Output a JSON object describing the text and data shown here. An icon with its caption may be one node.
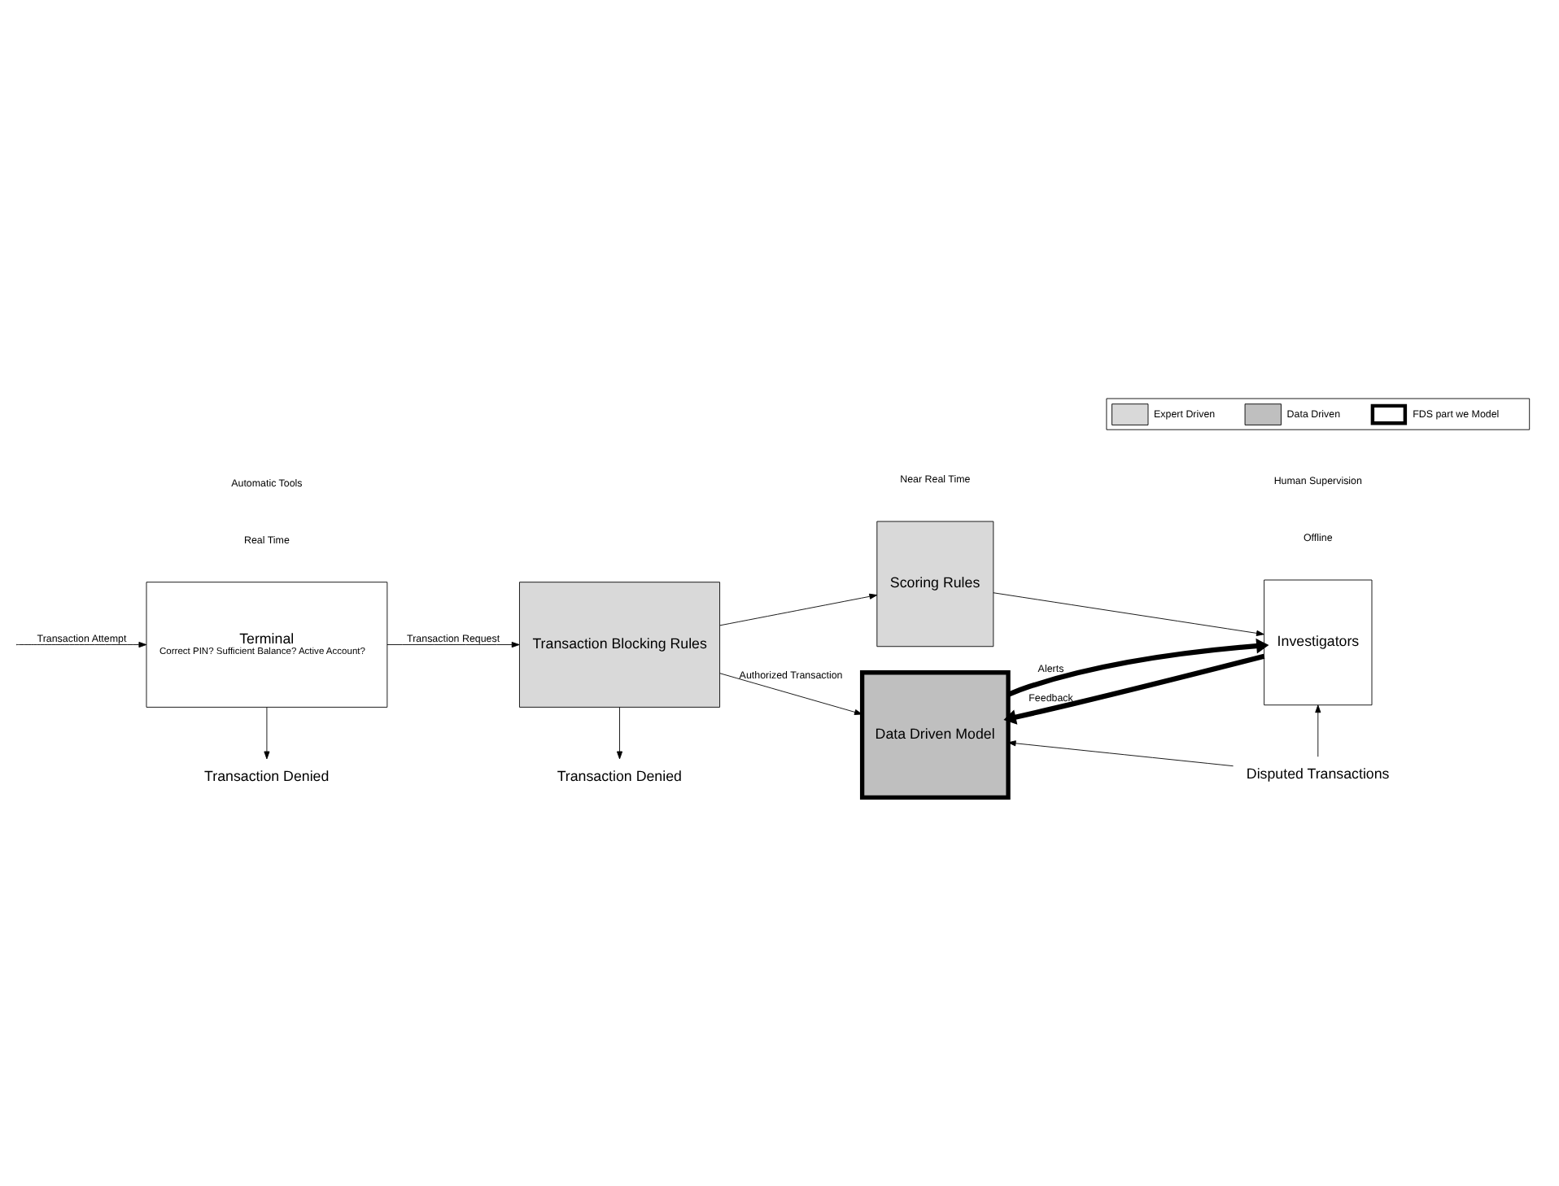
{
  "diagram": {
    "nodes": [
      {
        "text": [
          "Terminal",
          "Correct PIN? Sufficient Balance? Active Account?"
        ]
      },
      {
        "text": [
          "Transaction Blocking Rules"
        ]
      },
      {
        "text": [
          "Scoring Rules"
        ]
      },
      {
        "text": [
          "Data Driven Model"
        ]
      },
      {
        "text": [
          "Investigators"
        ]
      },
      {
        "text": [
          "Transaction Denied"
        ]
      },
      {
        "text": [
          "Transaction Denied"
        ]
      },
      {
        "text": [
          "Disputed Transactions"
        ]
      }
    ],
    "edges": [
      {
        "from": null,
        "to": 0,
        "arrow": "to",
        "label": "Transaction Attempt"
      },
      {
        "from": 0,
        "to": 1,
        "arrow": "to",
        "label": "Transaction Request"
      },
      {
        "from": 1,
        "to": 2,
        "arrow": "to"
      },
      {
        "from": 1,
        "to": 3,
        "arrow": "to",
        "label": "Authorized Transaction"
      },
      {
        "from": 0,
        "to": 5,
        "arrow": "to"
      },
      {
        "from": 1,
        "to": 6,
        "arrow": "to"
      },
      {
        "from": 2,
        "to": 4,
        "arrow": "to"
      },
      {
        "from": 3,
        "to": 4,
        "arrow": "to",
        "label": "Alerts",
        "style": "thick"
      },
      {
        "from": 4,
        "to": 3,
        "arrow": "to",
        "label": "Feedback",
        "style": "thick"
      },
      {
        "from": 7,
        "to": 3,
        "arrow": "to"
      },
      {
        "from": 7,
        "to": 4,
        "arrow": "to"
      }
    ],
    "labels": [
      "Real Time",
      "Near Real Time",
      "Offline",
      "Automatic Tools",
      "Human Supervision"
    ],
    "legend": [
      {
        "text": "Expert Driven"
      },
      {
        "text": "Data Driven"
      },
      {
        "text": "FDS part we Model"
      }
    ]
  }
}
